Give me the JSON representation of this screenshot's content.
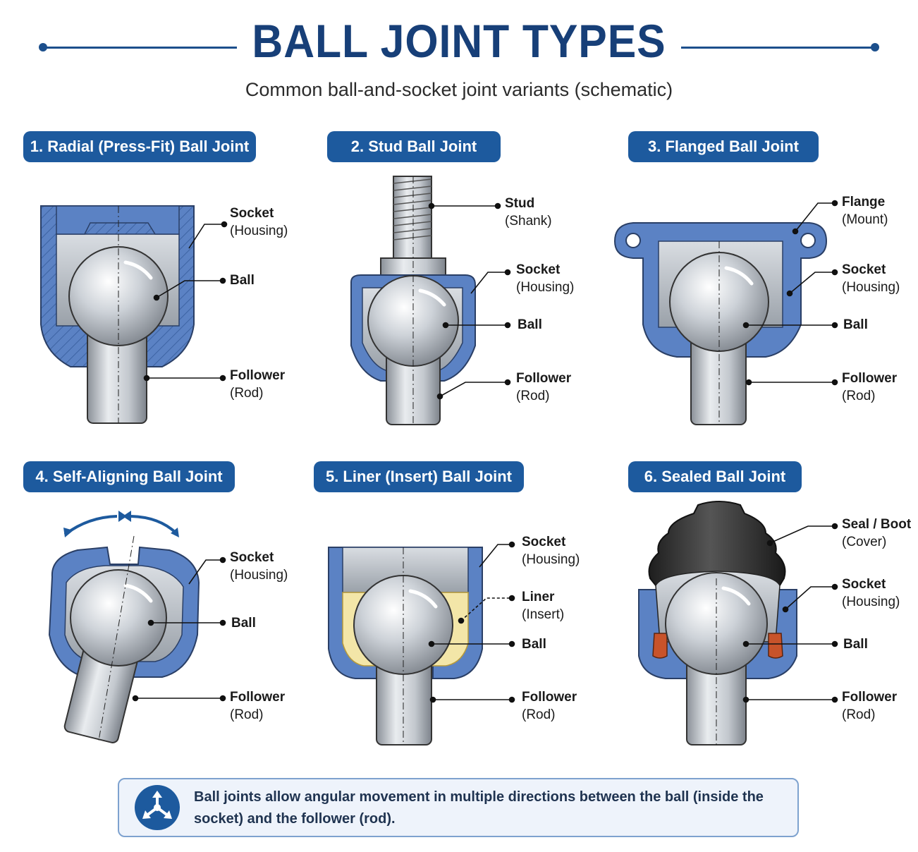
{
  "header": {
    "title": "BALL JOINT TYPES",
    "subtitle": "Common ball-and-socket joint variants (schematic)"
  },
  "colors": {
    "accent": "#1d5a9e",
    "socket_blue": "#5b82c4",
    "liner_yellow": "#f3e6a8",
    "seal_black": "#2e2e2e",
    "seal_orange": "#c8532a"
  },
  "panels": [
    {
      "title": "1. Radial (Press-Fit) Ball Joint",
      "labels": [
        {
          "main": "Socket",
          "sub": "(Housing)"
        },
        {
          "main": "Ball",
          "sub": ""
        },
        {
          "main": "Follower",
          "sub": "(Rod)"
        }
      ]
    },
    {
      "title": "2. Stud Ball Joint",
      "labels": [
        {
          "main": "Stud",
          "sub": "(Shank)"
        },
        {
          "main": "Socket",
          "sub": "(Housing)"
        },
        {
          "main": "Ball",
          "sub": ""
        },
        {
          "main": "Follower",
          "sub": "(Rod)"
        }
      ]
    },
    {
      "title": "3. Flanged Ball Joint",
      "labels": [
        {
          "main": "Flange",
          "sub": "(Mount)"
        },
        {
          "main": "Socket",
          "sub": "(Housing)"
        },
        {
          "main": "Ball",
          "sub": ""
        },
        {
          "main": "Follower",
          "sub": "(Rod)"
        }
      ]
    },
    {
      "title": "4. Self-Aligning Ball Joint",
      "labels": [
        {
          "main": "Socket",
          "sub": "(Housing)"
        },
        {
          "main": "Ball",
          "sub": ""
        },
        {
          "main": "Follower",
          "sub": "(Rod)"
        }
      ]
    },
    {
      "title": "5. Liner (Insert) Ball Joint",
      "labels": [
        {
          "main": "Socket",
          "sub": "(Housing)"
        },
        {
          "main": "Liner",
          "sub": "(Insert)"
        },
        {
          "main": "Ball",
          "sub": ""
        },
        {
          "main": "Follower",
          "sub": "(Rod)"
        }
      ]
    },
    {
      "title": "6. Sealed Ball Joint",
      "labels": [
        {
          "main": "Seal / Boot",
          "sub": "(Cover)"
        },
        {
          "main": "Socket",
          "sub": "(Housing)"
        },
        {
          "main": "Ball",
          "sub": ""
        },
        {
          "main": "Follower",
          "sub": "(Rod)"
        }
      ]
    }
  ],
  "note": {
    "icon": "three-way-arrows-icon",
    "text": "Ball joints allow angular movement in multiple directions between the ball (inside the socket) and the follower (rod)."
  }
}
